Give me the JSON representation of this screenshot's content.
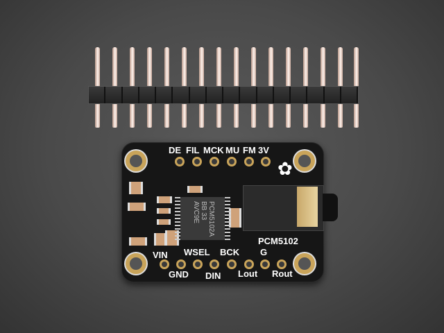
{
  "scene": {
    "subject": "PCM5102 I2S DAC breakout board with 3.5mm stereo jack and 16-pin male header strip",
    "background_color": "#4a4a4a",
    "board_color": "#161616",
    "pad_color": "#c9a45a"
  },
  "header_strip": {
    "pin_count": 16
  },
  "board": {
    "top_pins": [
      "DE",
      "FIL",
      "MCK",
      "MU",
      "FM",
      "3V"
    ],
    "bottom_pins_top_row": [
      "VIN",
      "WSEL",
      "BCK",
      "G"
    ],
    "bottom_pins_bottom_row": [
      "GND",
      "DIN",
      "Lout",
      "Rout"
    ],
    "board_label": "PCM5102",
    "chip_marking": [
      "PCM5102A",
      "BB 33",
      "AVC9E"
    ],
    "logo": "flower-logo"
  }
}
